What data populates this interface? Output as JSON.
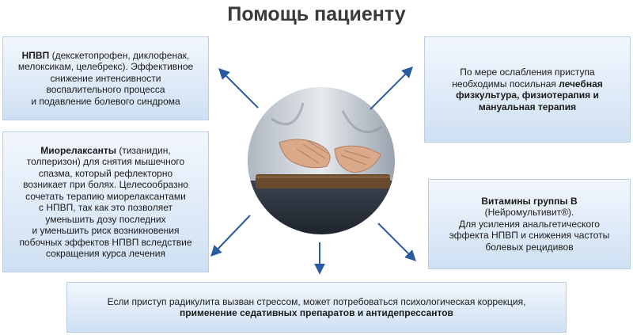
{
  "title": "Помощь пациенту",
  "nsaid": {
    "name": "НПВП",
    "drugs": " (декскетопрофен, диклофенак,",
    "line2": "мелоксикам, целебрекс). Эффективное",
    "line3": "снижение интенсивности",
    "line4": "воспалительного процесса",
    "line5": "и подавление болевого синдрома"
  },
  "relaxants": {
    "name": "Миорелаксанты",
    "drugs": " (тизанидин,",
    "line2": "толперизон) для снятия мышечного",
    "line3": "спазма, который рефлекторно",
    "line4": "возникает при болях. Целесообразно",
    "line5": "сочетать терапию миорелаксантами",
    "line6": "с НПВП, так как это позволяет",
    "line7": "уменьшить дозу последних",
    "line8": "и уменьшить риск возникновения",
    "line9": "побочных эффектов НПВП вследствие",
    "line10": "сокращения курса лечения"
  },
  "physio": {
    "line1": "По мере ослабления приступа",
    "line2_plain": "необходимы посильная ",
    "line2_bold": "лечебная",
    "line3_bold": "физкультура, физиотерапия и",
    "line4_bold": "мануальная терапия"
  },
  "vitamins": {
    "name": "Витамины группы В",
    "brand": "(Нейромультивит®).",
    "line3": "Для усиления анальгетического",
    "line4": "эффекта НПВП и снижения частоты",
    "line5": "болевых рецидивов"
  },
  "sedatives": {
    "line1": "Если приступ радикулита вызван стрессом, может потребоваться психологическая коррекция,",
    "line2_bold": "применение седативных препаратов и антидепрессантов"
  },
  "colors": {
    "box_top": "#f2f7fd",
    "box_bottom": "#cfe0f3",
    "arrow": "#2a5aa0",
    "title": "#3a3a3a"
  }
}
